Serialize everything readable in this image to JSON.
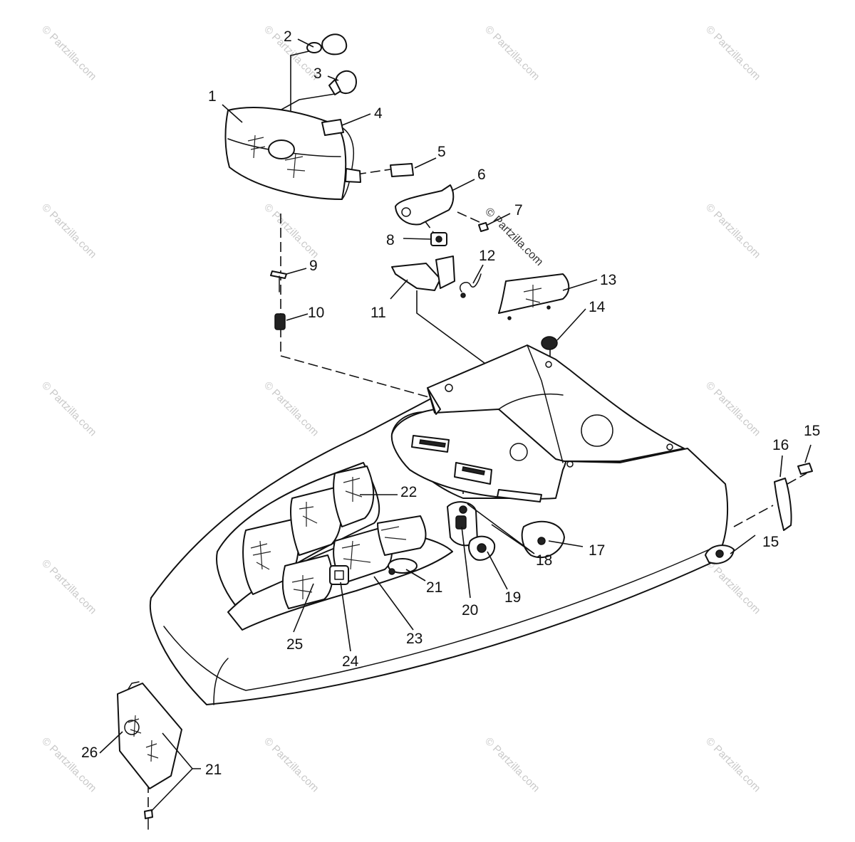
{
  "watermark": {
    "text": "© Partzilla.com",
    "center_text": "© Partzilla.com"
  },
  "callouts": {
    "c1": "1",
    "c2": "2",
    "c3": "3",
    "c4": "4",
    "c5": "5",
    "c6": "6",
    "c7": "7",
    "c8": "8",
    "c9": "9",
    "c10": "10",
    "c11": "11",
    "c12": "12",
    "c13": "13",
    "c14": "14",
    "c15a": "15",
    "c15b": "15",
    "c16": "16",
    "c17": "17",
    "c18": "18",
    "c19": "19",
    "c20": "20",
    "c21a": "21",
    "c21b": "21",
    "c22": "22",
    "c23": "23",
    "c24": "24",
    "c25": "25",
    "c26": "26"
  }
}
